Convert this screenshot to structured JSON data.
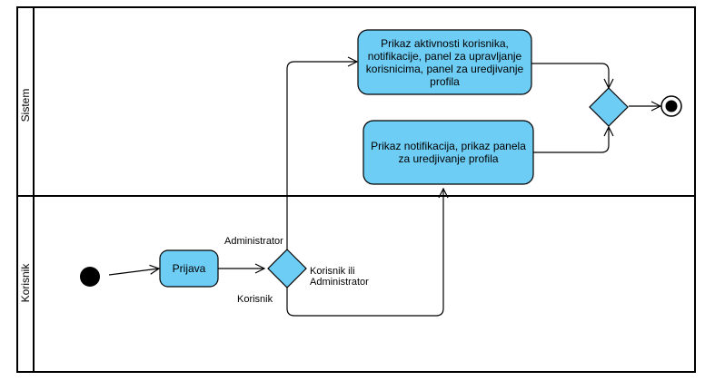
{
  "colors": {
    "node_fill": "#6ECDF5",
    "stroke": "#000000",
    "background": "#FFFFFF"
  },
  "lanes": {
    "sistem": "Sistem",
    "korisnik": "Korisnik"
  },
  "nodes": {
    "prijava": "Prijava",
    "admin_activity": "Prikaz aktivnosti korisnika, notifikacije, panel za upravljanje korisnicima, panel za uredjivanje profila",
    "user_activity": "Prikaz notifikacija, prikaz panela za uredjivanje profila"
  },
  "edge_labels": {
    "administrator": "Administrator",
    "korisnik": "Korisnik",
    "korisnik_ili_administrator": "Korisnik ili Administrator"
  },
  "decisions": [
    {
      "name": "role-decision",
      "label": ""
    },
    {
      "name": "merge-decision",
      "label": ""
    }
  ],
  "icons": {
    "start": "initial-node-icon",
    "end": "final-node-icon"
  }
}
